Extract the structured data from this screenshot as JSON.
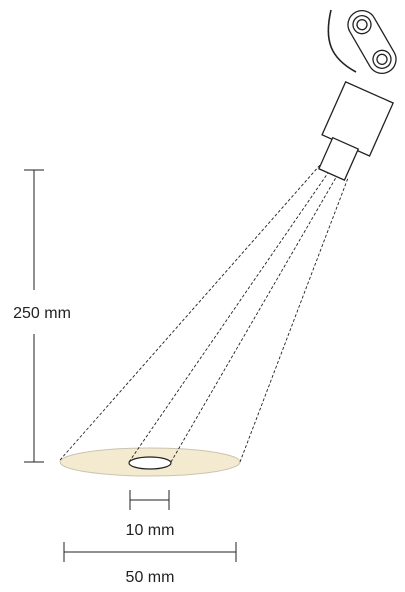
{
  "dimensions": {
    "height_label": "250 mm",
    "spot_small_label": "10 mm",
    "spot_large_label": "50 mm"
  },
  "colors": {
    "line": "#222222",
    "spot_fill": "#f3ead0",
    "spot_stroke": "#c9c3b0",
    "device_fill": "#ffffff"
  },
  "icons": {
    "device": "robot-arm-sensor-icon"
  }
}
